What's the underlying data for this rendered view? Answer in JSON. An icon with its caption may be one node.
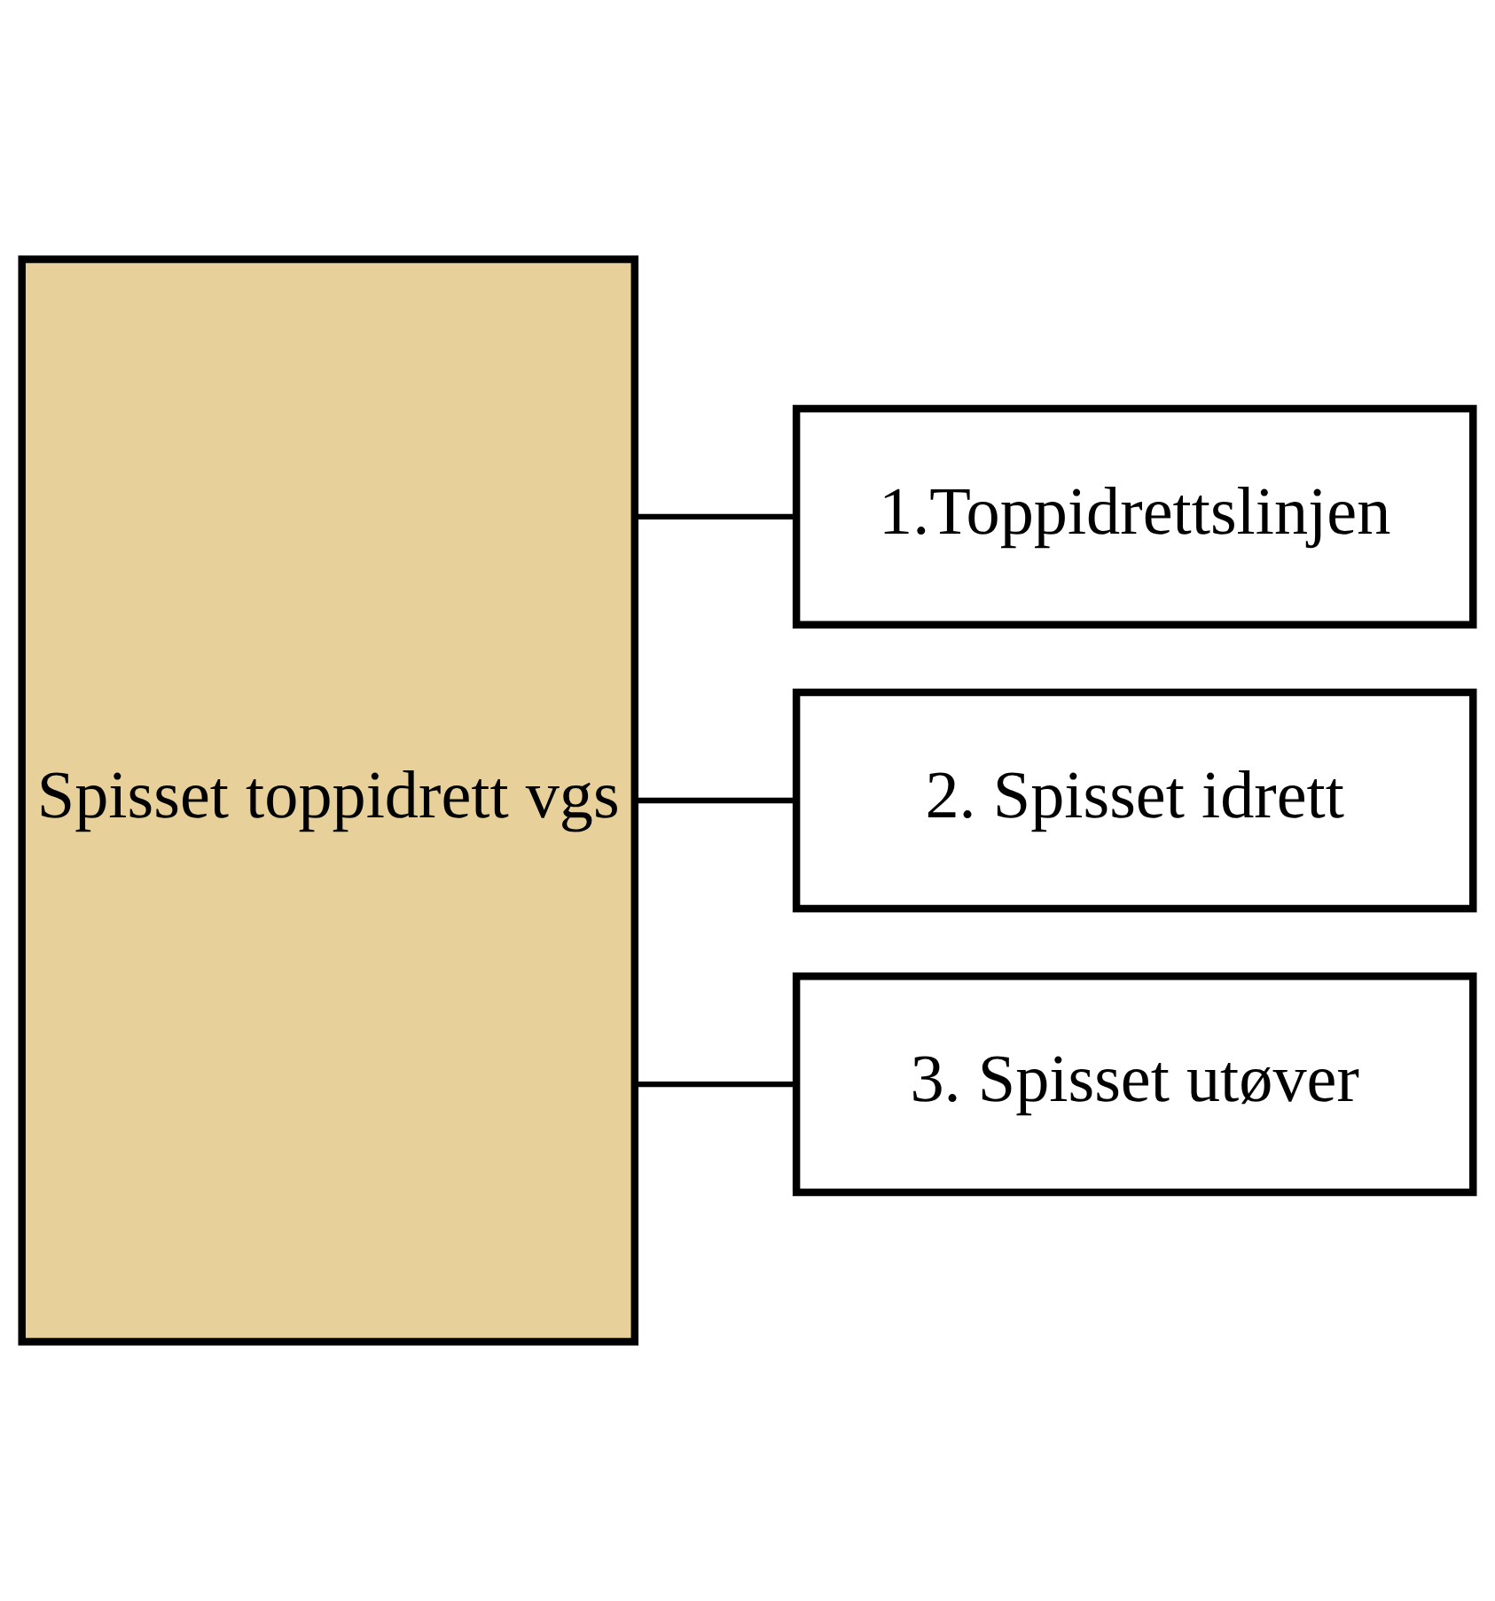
{
  "diagram": {
    "nodes": [
      {
        "text": [
          "Spisset toppidrett vgs"
        ]
      },
      {
        "text": [
          "1.Toppidrettslinjen"
        ]
      },
      {
        "text": [
          "2. Spisset idrett"
        ]
      },
      {
        "text": [
          "3. Spisset utøver"
        ]
      }
    ],
    "edges": [
      {
        "from": 0,
        "to": 1,
        "arrow": "none"
      },
      {
        "from": 0,
        "to": 2,
        "arrow": "none"
      },
      {
        "from": 0,
        "to": 3,
        "arrow": "none"
      }
    ]
  }
}
